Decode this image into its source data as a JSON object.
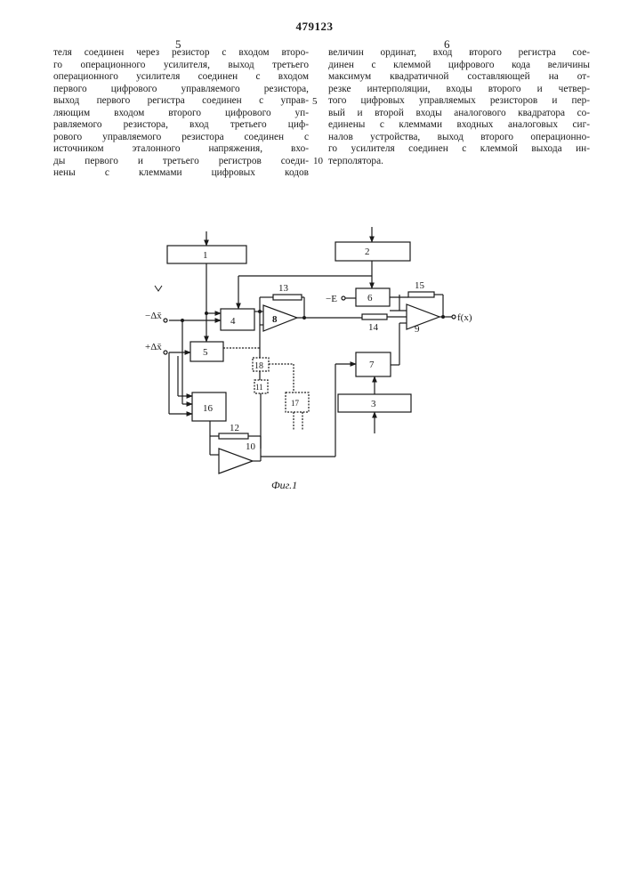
{
  "header": {
    "patent_number": "479123"
  },
  "columns": [
    {
      "number": "5",
      "lines": [
        "теля соединен через резистор с входом второ-",
        "го операционного усилителя, выход третьего",
        "операционного усилителя соединен с входом",
        "первого цифрового управляемого резистора,",
        "выход первого регистра соединен с управ-",
        "ляющим входом второго цифрового уп-",
        "равляемого резистора, вход третьего циф-",
        "рового управляемого резистора соединен с",
        "источником эталонного напряжения, вхо-",
        "ды первого и третьего регистров соеди-",
        "нены с клеммами цифровых кодов"
      ]
    },
    {
      "number": "6",
      "lines": [
        "величин ординат, вход второго регистра сое-",
        "динен с клеммой цифрового кода величины",
        "максимум квадратичной составляющей на от-",
        "резке интерполяции, входы второго и четвер-",
        "того цифровых управляемых резисторов и пер-",
        "вый и второй входы аналогового квадратора со-",
        "единены с клеммами входных аналоговых сиг-",
        "налов устройства, выход второго операционно-",
        "го усилителя соединен с клеммой выхода ин-",
        "терполятора."
      ]
    }
  ],
  "margin_line_numbers": [
    "5",
    "10"
  ],
  "figure": {
    "caption": "Фиг.1",
    "block_labels": {
      "b1": "1",
      "b2": "2",
      "b3": "3",
      "b4": "4",
      "b5": "5",
      "b6": "6",
      "b7": "7",
      "b8": "8",
      "b9": "9",
      "b10": "10",
      "b11": "11",
      "b12": "12",
      "b13": "13",
      "b14": "14",
      "b15": "15",
      "b16": "16",
      "b17": "17",
      "b18": "18"
    },
    "terminals": {
      "minus_dx": "−Δx̄",
      "plus_dx": "+Δx̄",
      "minus_e": "−E",
      "output": "f(x)"
    }
  }
}
